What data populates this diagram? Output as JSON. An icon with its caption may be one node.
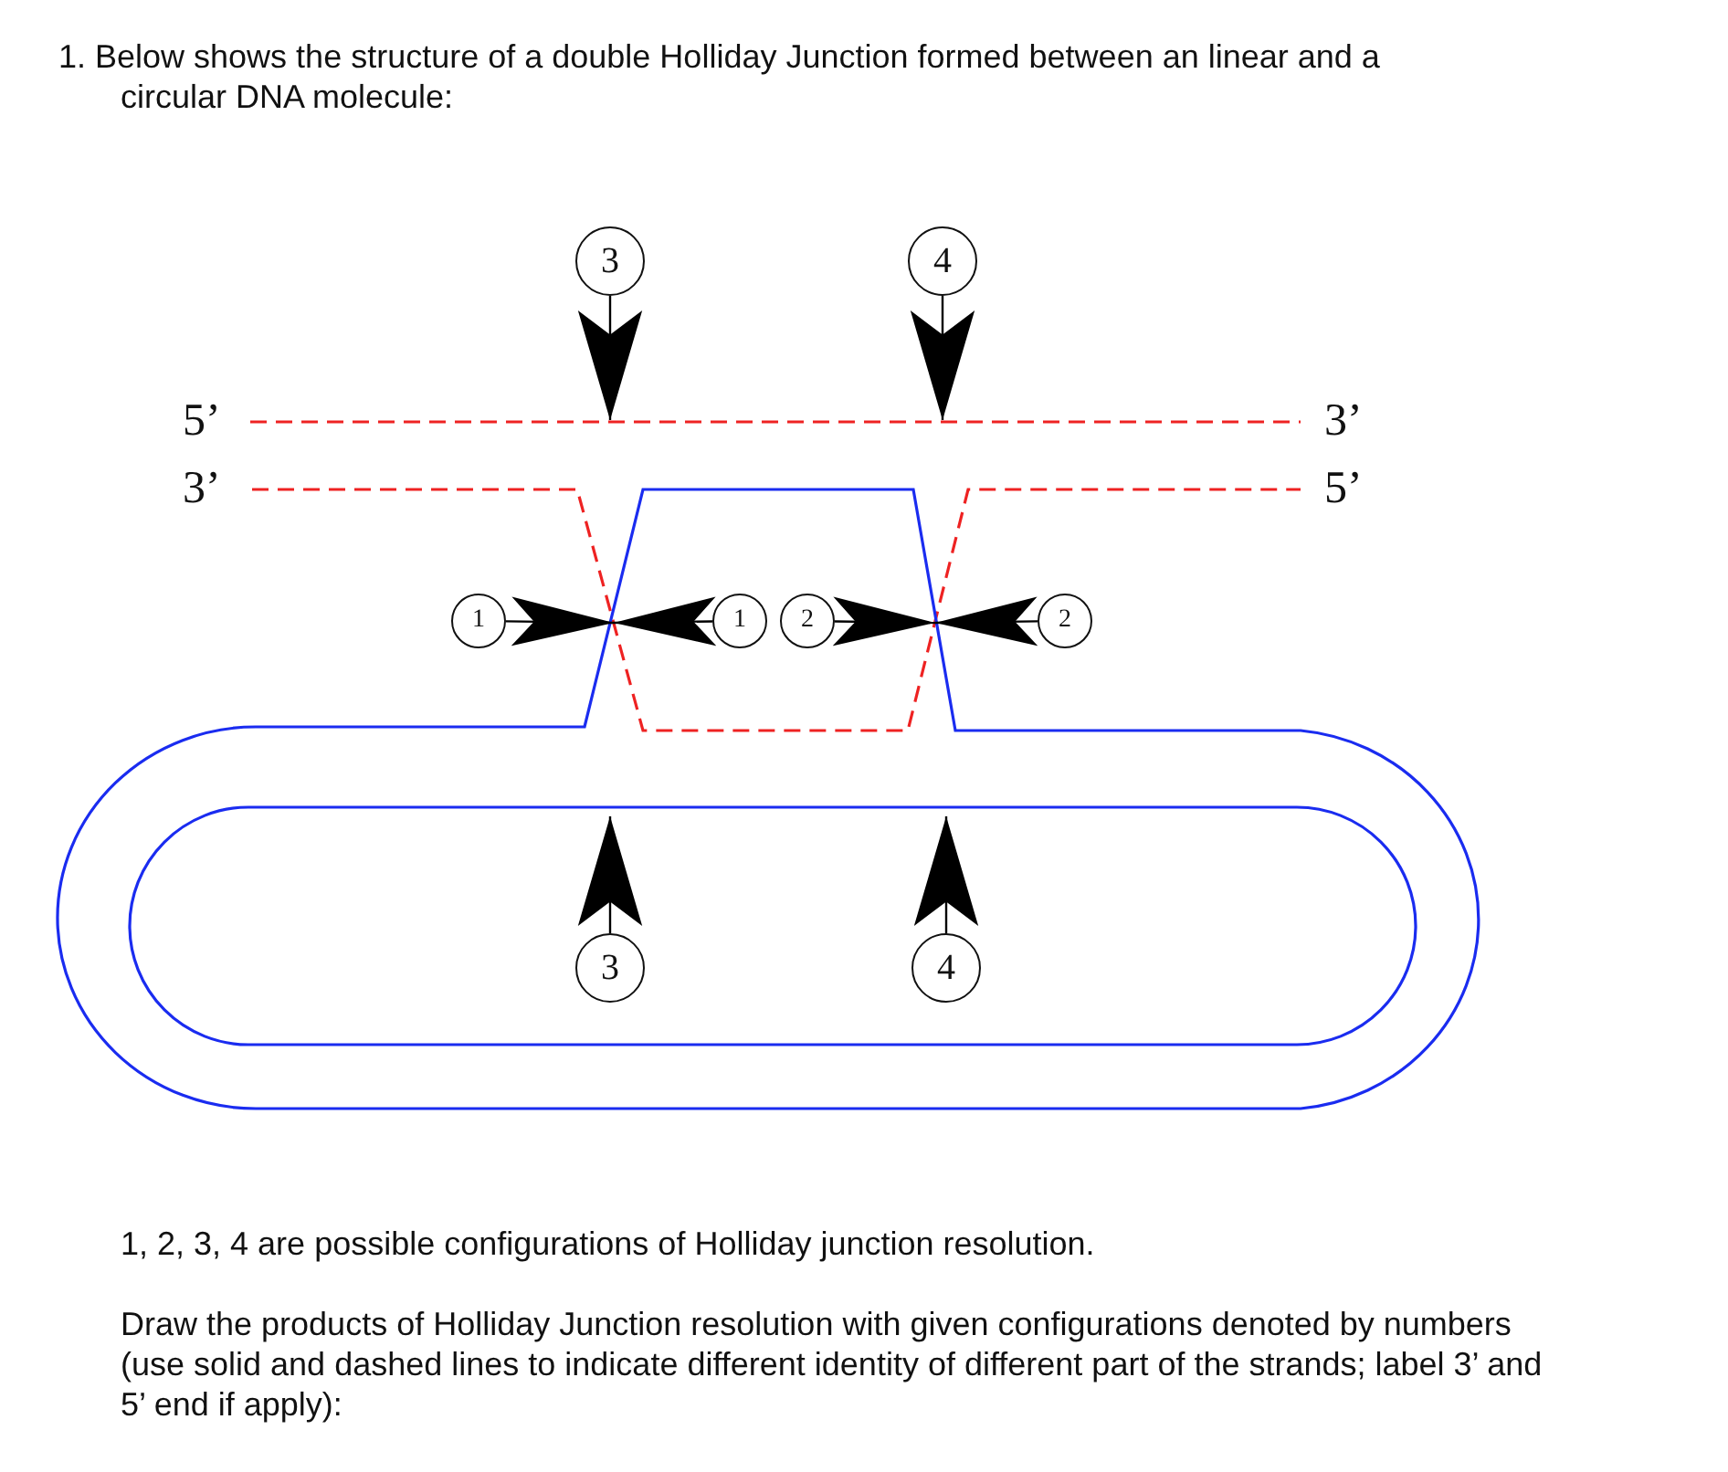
{
  "diagram": {
    "title": "1. Below shows the structure of a double Holliday Junction formed between an linear and a circular DNA molecule:",
    "nodes": [
      {
        "text": [
          "3"
        ]
      },
      {
        "text": [
          "4"
        ]
      },
      {
        "text": [
          "1"
        ]
      },
      {
        "text": [
          "1"
        ]
      },
      {
        "text": [
          "2"
        ]
      },
      {
        "text": [
          "2"
        ]
      },
      {
        "text": [
          "3"
        ]
      },
      {
        "text": [
          "4"
        ]
      }
    ],
    "edges": [
      {
        "from": 0,
        "to": null,
        "arrow": "to"
      },
      {
        "from": 1,
        "to": null,
        "arrow": "to"
      },
      {
        "from": 2,
        "to": null,
        "arrow": "to"
      },
      {
        "from": 3,
        "to": null,
        "arrow": "to"
      },
      {
        "from": 4,
        "to": null,
        "arrow": "to"
      },
      {
        "from": 5,
        "to": null,
        "arrow": "to"
      },
      {
        "from": 6,
        "to": null,
        "arrow": "to"
      },
      {
        "from": 7,
        "to": null,
        "arrow": "to"
      }
    ],
    "labels": [
      "5’",
      "3’",
      "3’",
      "5’",
      "1, 2, 3, 4 are possible configurations of Holliday junction resolution.",
      "Draw the products of Holliday Junction resolution with given configurations denoted by numbers (use solid and dashed lines to indicate different identity of different part of the strands; label 3’ and 5’ end if apply):"
    ]
  }
}
